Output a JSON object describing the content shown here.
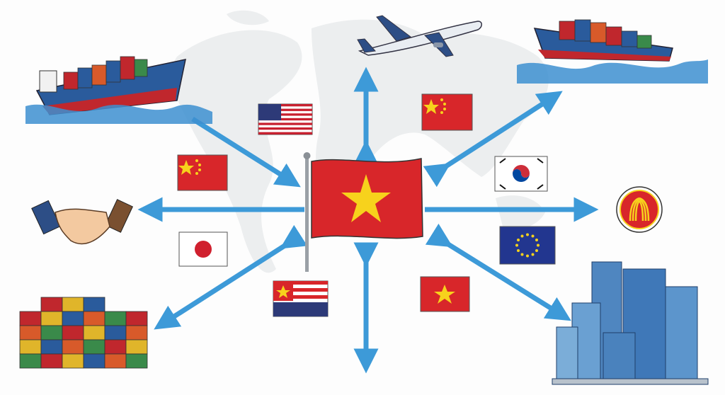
{
  "colors": {
    "arrow": "#3d9ad8",
    "vietnam_red": "#d8262a",
    "vietnam_star": "#f7d21c",
    "map": "#eceeef",
    "ship_hull": "#2a5b9c",
    "sea": "#3d8fd0"
  },
  "icons": {
    "center": "vietnam-flag-icon",
    "top": "airplane-icon",
    "top_left": "cargo-ship-icon",
    "top_right": "cargo-ship-icon",
    "left": "handshake-icon",
    "right": "asean-emblem-icon",
    "bottom_left": "shipping-containers-icon",
    "bottom_right": "office-buildings-icon"
  },
  "flags": [
    "united-states",
    "china",
    "china",
    "south-korea",
    "japan",
    "european-union",
    "striped-flag",
    "vietnam"
  ]
}
